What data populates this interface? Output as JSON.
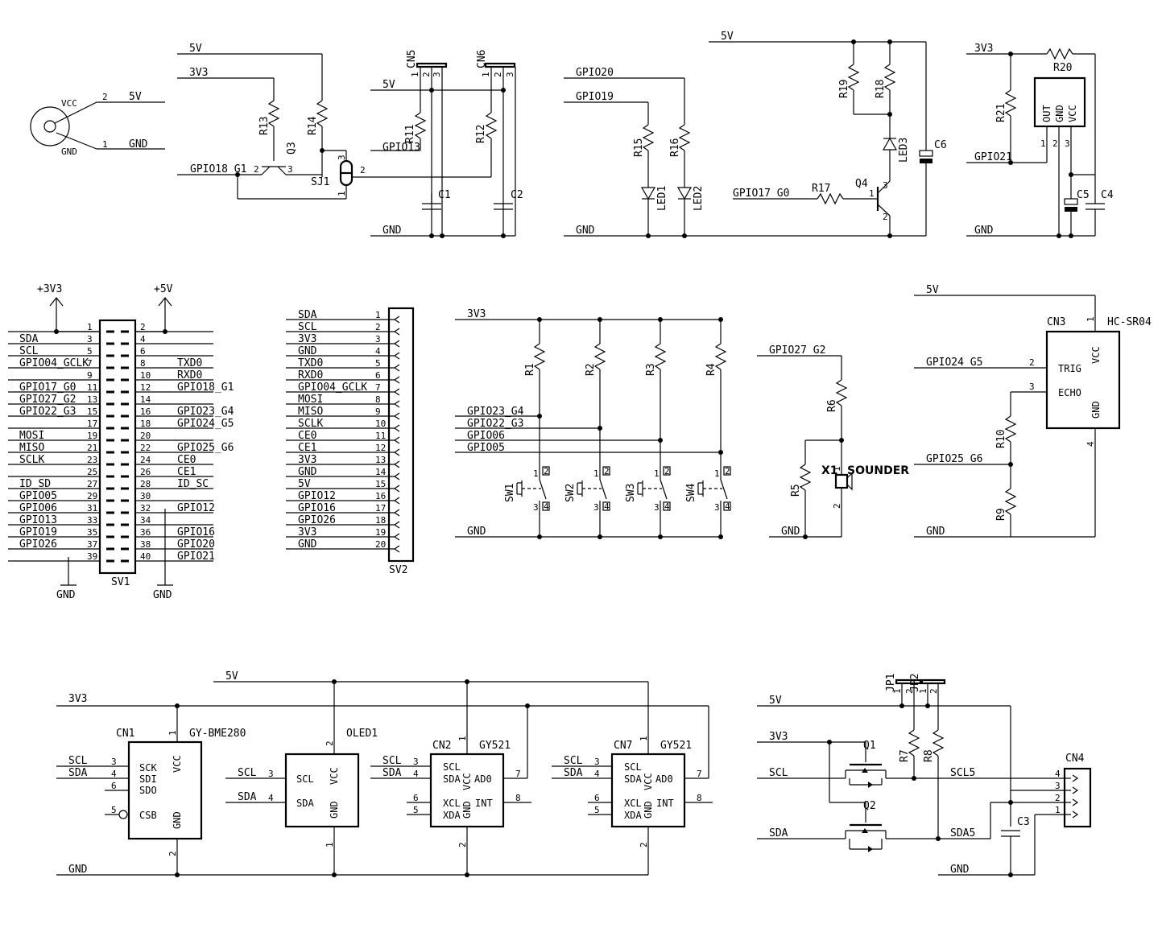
{
  "power_jack": {
    "name_vcc": "VCC",
    "name_gnd": "GND",
    "pin2": "2",
    "pin1": "1",
    "net_5v": "5V",
    "net_gnd": "GND"
  },
  "level_shift": {
    "net_5v": "5V",
    "net_3v3": "3V3",
    "r13": "R13",
    "r14": "R14",
    "q3": "Q3",
    "net_gpio18": "GPIO18_G1",
    "pin2": "2",
    "pin3": "3",
    "sj1": "SJ1",
    "sj_p1": "1",
    "sj_p2": "2",
    "sj_p3": "3"
  },
  "cn56": {
    "cn5": "CN5",
    "cn6": "CN6",
    "p1": "1",
    "p2": "2",
    "p3": "3",
    "net_5v": "5V",
    "net_gpio13": "GPIO13",
    "r11": "R11",
    "r12": "R12",
    "c1": "C1",
    "c2": "C2",
    "net_gnd": "GND"
  },
  "led_section": {
    "net_gpio20": "GPIO20",
    "net_gpio19": "GPIO19",
    "r15": "R15",
    "r16": "R16",
    "led1": "LED1",
    "led2": "LED2",
    "net_gnd": "GND"
  },
  "q4_section": {
    "net_5v": "5V",
    "r19": "R19",
    "r18": "R18",
    "led3": "LED3",
    "c6": "C6",
    "q4": "Q4",
    "r17": "R17",
    "net_gpio17": "GPIO17_G0",
    "pin1": "1",
    "pin2": "2",
    "pin3": "3"
  },
  "temp_sensor": {
    "net_3v3": "3V3",
    "r20": "R20",
    "r21": "R21",
    "pin_out": "OUT",
    "pin_gnd": "GND",
    "pin_vcc": "VCC",
    "net_gpio21": "GPIO21",
    "p1": "1",
    "p2": "2",
    "p3": "3",
    "c5": "C5",
    "c4": "C4",
    "net_gnd": "GND"
  },
  "sv1": {
    "name": "SV1",
    "rail_3v3": "+3V3",
    "rail_5v": "+5V",
    "gnd_left": "GND",
    "gnd_right": "GND",
    "left_nets": [
      "",
      "SDA",
      "SCL",
      "GPIO04_GCLK",
      "",
      "GPIO17_G0",
      "GPIO27_G2",
      "GPIO22_G3",
      "",
      "MOSI",
      "MISO",
      "SCLK",
      "",
      "ID_SD",
      "GPIO05",
      "GPIO06",
      "GPIO13",
      "GPIO19",
      "GPIO26",
      ""
    ],
    "right_nets": [
      "",
      "",
      "",
      "TXD0",
      "RXD0",
      "GPIO18_G1",
      "",
      "GPIO23_G4",
      "GPIO24_G5",
      "",
      "GPIO25_G6",
      "CE0",
      "CE1",
      "ID_SC",
      "",
      "GPIO12",
      "",
      "GPIO16",
      "GPIO20",
      "GPIO21"
    ],
    "odd_pins": [
      "1",
      "3",
      "5",
      "7",
      "9",
      "11",
      "13",
      "15",
      "17",
      "19",
      "21",
      "23",
      "25",
      "27",
      "29",
      "31",
      "33",
      "35",
      "37",
      "39"
    ],
    "even_pins": [
      "2",
      "4",
      "6",
      "8",
      "10",
      "12",
      "14",
      "16",
      "18",
      "20",
      "22",
      "24",
      "26",
      "28",
      "30",
      "32",
      "34",
      "36",
      "38",
      "40"
    ]
  },
  "sv2": {
    "name": "SV2",
    "nets": [
      "SDA",
      "SCL",
      "3V3",
      "GND",
      "TXD0",
      "RXD0",
      "GPIO04_GCLK",
      "MOSI",
      "MISO",
      "SCLK",
      "CE0",
      "CE1",
      "3V3",
      "GND",
      "5V",
      "GPIO12",
      "GPIO16",
      "GPIO26",
      "3V3",
      "GND"
    ],
    "pins": [
      "1",
      "2",
      "3",
      "4",
      "5",
      "6",
      "7",
      "8",
      "9",
      "10",
      "11",
      "12",
      "13",
      "14",
      "15",
      "16",
      "17",
      "18",
      "19",
      "20"
    ]
  },
  "switches": {
    "net_3v3": "3V3",
    "net_gnd": "GND",
    "resistors": [
      "R1",
      "R2",
      "R3",
      "R4"
    ],
    "switch_names": [
      "SW1",
      "SW2",
      "SW3",
      "SW4"
    ],
    "nets": [
      "GPIO23_G4",
      "GPIO22_G3",
      "GPIO06",
      "GPIO05"
    ],
    "p1": "1",
    "p2": "2",
    "p3": "3",
    "p4": "4"
  },
  "sounder": {
    "net_gpio27": "GPIO27_G2",
    "r6": "R6",
    "r5": "R5",
    "name": "X1",
    "label": "SOUNDER",
    "p1": "1",
    "p2": "2",
    "net_gnd": "GND"
  },
  "ultrasonic": {
    "net_5v": "5V",
    "cn3": "CN3",
    "model": "HC-SR04",
    "trig": "TRIG",
    "echo": "ECHO",
    "vcc": "VCC",
    "gnd": "GND",
    "p1": "1",
    "p2": "2",
    "p3": "3",
    "p4": "4",
    "net_gpio24": "GPIO24_G5",
    "net_gpio25": "GPIO25_G6",
    "r10": "R10",
    "r9": "R9",
    "net_gnd": "GND"
  },
  "bme": {
    "net_5v": "5V",
    "net_3v3": "3V3",
    "net_scl": "SCL",
    "net_sda": "SDA",
    "net_gnd": "GND",
    "cn1": "CN1",
    "model": "GY-BME280",
    "pins": {
      "sck": "SCK",
      "sdi": "SDI",
      "sdo": "SDO",
      "csb": "CSB",
      "vcc": "VCC",
      "gnd": "GND"
    },
    "nums": {
      "p1": "1",
      "p2": "2",
      "p3": "3",
      "p4": "4",
      "p5": "5",
      "p6": "6"
    }
  },
  "oled": {
    "name": "OLED1",
    "scl": "SCL",
    "sda": "SDA",
    "vcc": "VCC",
    "gnd": "GND",
    "net_scl": "SCL",
    "net_sda": "SDA",
    "p1": "1",
    "p2": "2",
    "p3": "3",
    "p4": "4"
  },
  "gy521_a": {
    "cn": "CN2",
    "model": "GY521",
    "scl": "SCL",
    "sda": "SDA",
    "vcc": "VCC",
    "ad0": "AD0",
    "xcl": "XCL",
    "xda": "XDA",
    "gnd": "GND",
    "int": "INT",
    "net_scl": "SCL",
    "net_sda": "SDA",
    "p1": "1",
    "p2": "2",
    "p3": "3",
    "p4": "4",
    "p5": "5",
    "p6": "6",
    "p7": "7",
    "p8": "8"
  },
  "gy521_b": {
    "cn": "CN7",
    "model": "GY521",
    "scl": "SCL",
    "sda": "SDA",
    "vcc": "VCC",
    "ad0": "AD0",
    "xcl": "XCL",
    "xda": "XDA",
    "gnd": "GND",
    "int": "INT",
    "net_scl": "SCL",
    "net_sda": "SDA",
    "p1": "1",
    "p2": "2",
    "p3": "3",
    "p4": "4",
    "p5": "5",
    "p6": "6",
    "p7": "7",
    "p8": "8"
  },
  "i2c_shift": {
    "jp1": "JP1",
    "jp2": "JP2",
    "jp_p1": "1",
    "jp_p2": "2",
    "net_5v": "5V",
    "net_3v3": "3V3",
    "net_scl": "SCL",
    "net_sda": "SDA",
    "q1": "Q1",
    "q2": "Q2",
    "r7": "R7",
    "r8": "R8",
    "net_scl5": "SCL5",
    "net_sda5": "SDA5",
    "cn4": "CN4",
    "c3": "C3",
    "net_gnd": "GND",
    "pins": [
      "4",
      "3",
      "2",
      "1"
    ]
  }
}
